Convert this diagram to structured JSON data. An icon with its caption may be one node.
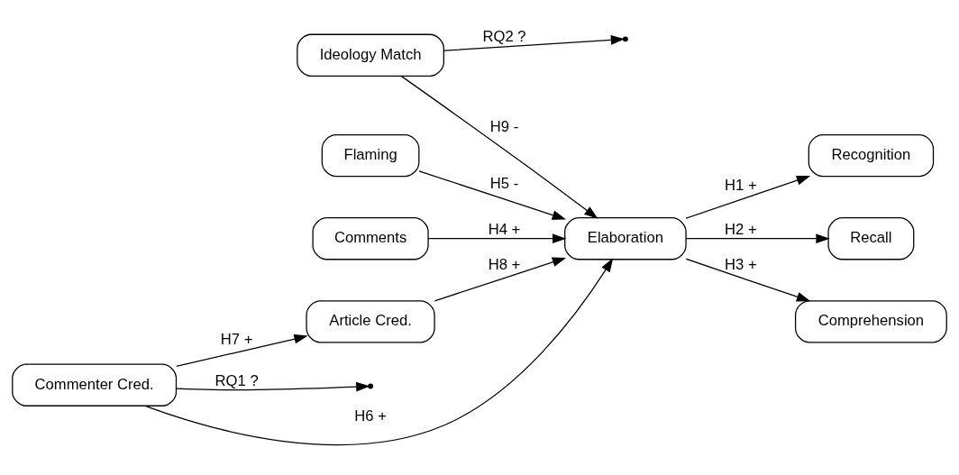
{
  "diagram": {
    "nodes": [
      {
        "text": [
          "Flaming"
        ]
      },
      {
        "text": [
          "Ideology Match"
        ]
      },
      {
        "text": [
          "Commenter Cred."
        ]
      },
      {
        "text": [
          "Article Cred."
        ]
      },
      {
        "text": [
          "Comments"
        ]
      },
      {
        "text": [
          "Elaboration"
        ]
      },
      {
        "text": [
          "Recognition"
        ]
      },
      {
        "text": [
          "Recall"
        ]
      },
      {
        "text": [
          "Comprehension"
        ]
      }
    ],
    "edges": [
      {
        "from": 0,
        "to": 5,
        "arrow": "to",
        "label": "H5 -"
      },
      {
        "from": 1,
        "to": null,
        "arrow": "to",
        "label": "RQ2 ?"
      },
      {
        "from": 2,
        "to": null,
        "arrow": "to",
        "label": "RQ1 ?"
      },
      {
        "from": 2,
        "to": 3,
        "arrow": "to",
        "label": "H7 +"
      },
      {
        "from": 1,
        "to": 5,
        "arrow": "to",
        "label": "H9 -"
      },
      {
        "from": 2,
        "to": 5,
        "arrow": "to",
        "label": "H6 +"
      },
      {
        "from": 3,
        "to": 5,
        "arrow": "to",
        "label": "H8 +"
      },
      {
        "from": 4,
        "to": 5,
        "arrow": "to",
        "label": "H4 +"
      },
      {
        "from": 5,
        "to": 6,
        "arrow": "to",
        "label": "H1 +"
      },
      {
        "from": 5,
        "to": 7,
        "arrow": "to",
        "label": "H2 +"
      },
      {
        "from": 5,
        "to": 8,
        "arrow": "to",
        "label": "H3 +"
      }
    ]
  }
}
